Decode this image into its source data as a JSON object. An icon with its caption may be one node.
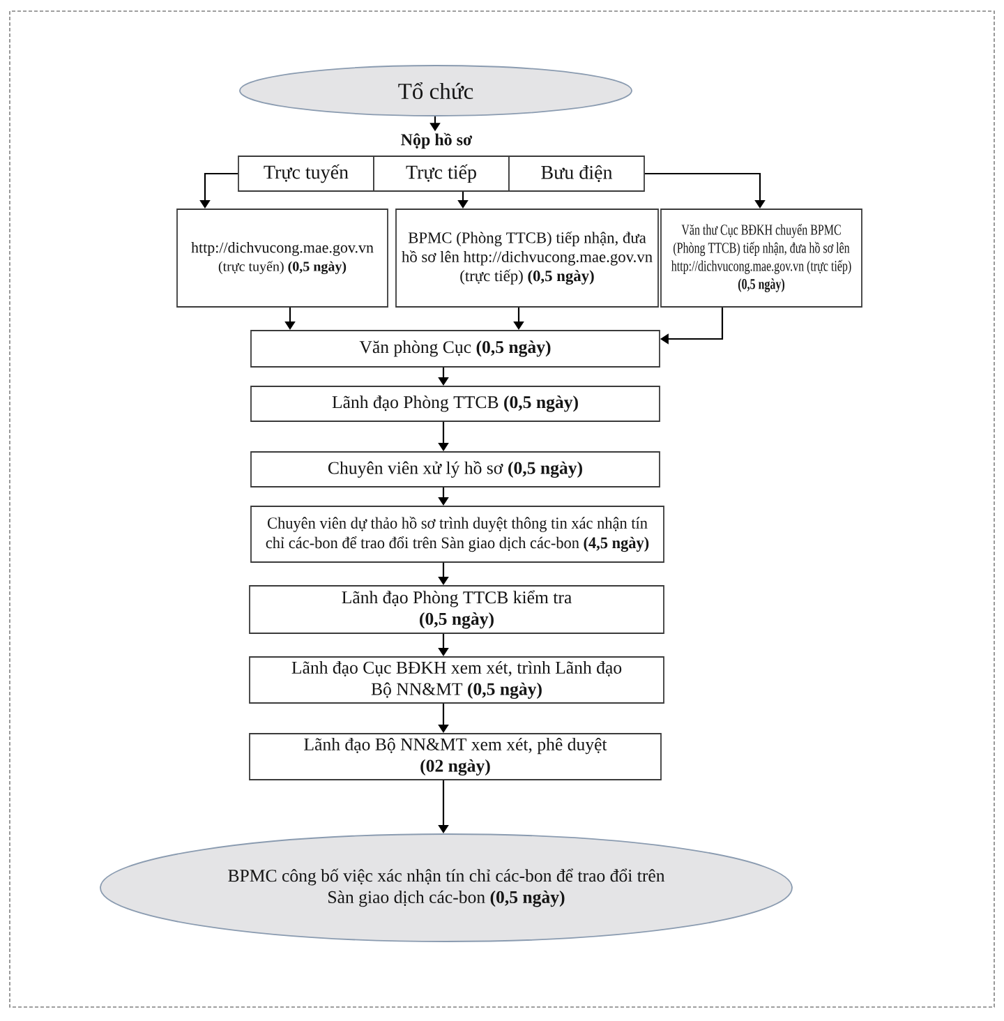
{
  "diagram": {
    "nodes": [
      {
        "text": [
          "Tổ chức"
        ]
      },
      {
        "text": [
          "Nộp hồ sơ"
        ]
      },
      {
        "text": [
          "Trực tuyến"
        ]
      },
      {
        "text": [
          "Trực tiếp"
        ]
      },
      {
        "text": [
          "Bưu điện"
        ]
      },
      {
        "text": [
          "http://dichvucong.mae.gov.vn",
          "(trực tuyến) **(0,5 ngày)**"
        ]
      },
      {
        "text": [
          "BPMC (Phòng TTCB) tiếp nhận, đưa hồ sơ lên http://dichvucong.mae.gov.vn (trực tiếp) **(0,5 ngày)**"
        ]
      },
      {
        "text": [
          "Văn thư Cục BĐKH chuyển BPMC (Phòng TTCB) tiếp nhận, đưa hồ sơ lên http://dichvucong.mae.gov.vn (trực tiếp) **(0,5 ngày)**"
        ]
      },
      {
        "text": [
          "Văn phòng Cục **(0,5 ngày)**"
        ]
      },
      {
        "text": [
          "Lãnh đạo Phòng TTCB **(0,5 ngày)**"
        ]
      },
      {
        "text": [
          "Chuyên viên xử lý hồ sơ **(0,5 ngày)**"
        ]
      },
      {
        "text": [
          "Chuyên viên dự thảo hồ sơ trình duyệt thông tin xác nhận tín chỉ các-bon để trao đổi trên Sàn giao dịch các-bon **(4,5 ngày)**"
        ]
      },
      {
        "text": [
          "Lãnh đạo Phòng TTCB kiểm tra **(0,5 ngày)**"
        ]
      },
      {
        "text": [
          "Lãnh đạo Cục BĐKH xem xét, trình Lãnh đạo Bộ NN&MT **(0,5 ngày)**"
        ]
      },
      {
        "text": [
          "Lãnh đạo Bộ NN&MT xem xét, phê duyệt **(02 ngày)**"
        ]
      },
      {
        "text": [
          "BPMC công bố việc xác nhận tín chỉ các-bon để trao đổi trên Sàn giao dịch các-bon **(0,5 ngày)**"
        ]
      }
    ],
    "edges": [
      {
        "from": 0,
        "to": 1,
        "arrow": "to"
      },
      {
        "from": 2,
        "to": 5,
        "arrow": "to"
      },
      {
        "from": 3,
        "to": 6,
        "arrow": "to"
      },
      {
        "from": 4,
        "to": 7,
        "arrow": "to"
      },
      {
        "from": 5,
        "to": 8,
        "arrow": "to"
      },
      {
        "from": 6,
        "to": 8,
        "arrow": "to"
      },
      {
        "from": 7,
        "to": 8,
        "arrow": "to"
      },
      {
        "from": 8,
        "to": 9,
        "arrow": "to"
      },
      {
        "from": 9,
        "to": 10,
        "arrow": "to"
      },
      {
        "from": 10,
        "to": 11,
        "arrow": "to"
      },
      {
        "from": 11,
        "to": 12,
        "arrow": "to"
      },
      {
        "from": 12,
        "to": 13,
        "arrow": "to"
      },
      {
        "from": 13,
        "to": 14,
        "arrow": "to"
      },
      {
        "from": 14,
        "to": 15,
        "arrow": "to"
      }
    ]
  }
}
